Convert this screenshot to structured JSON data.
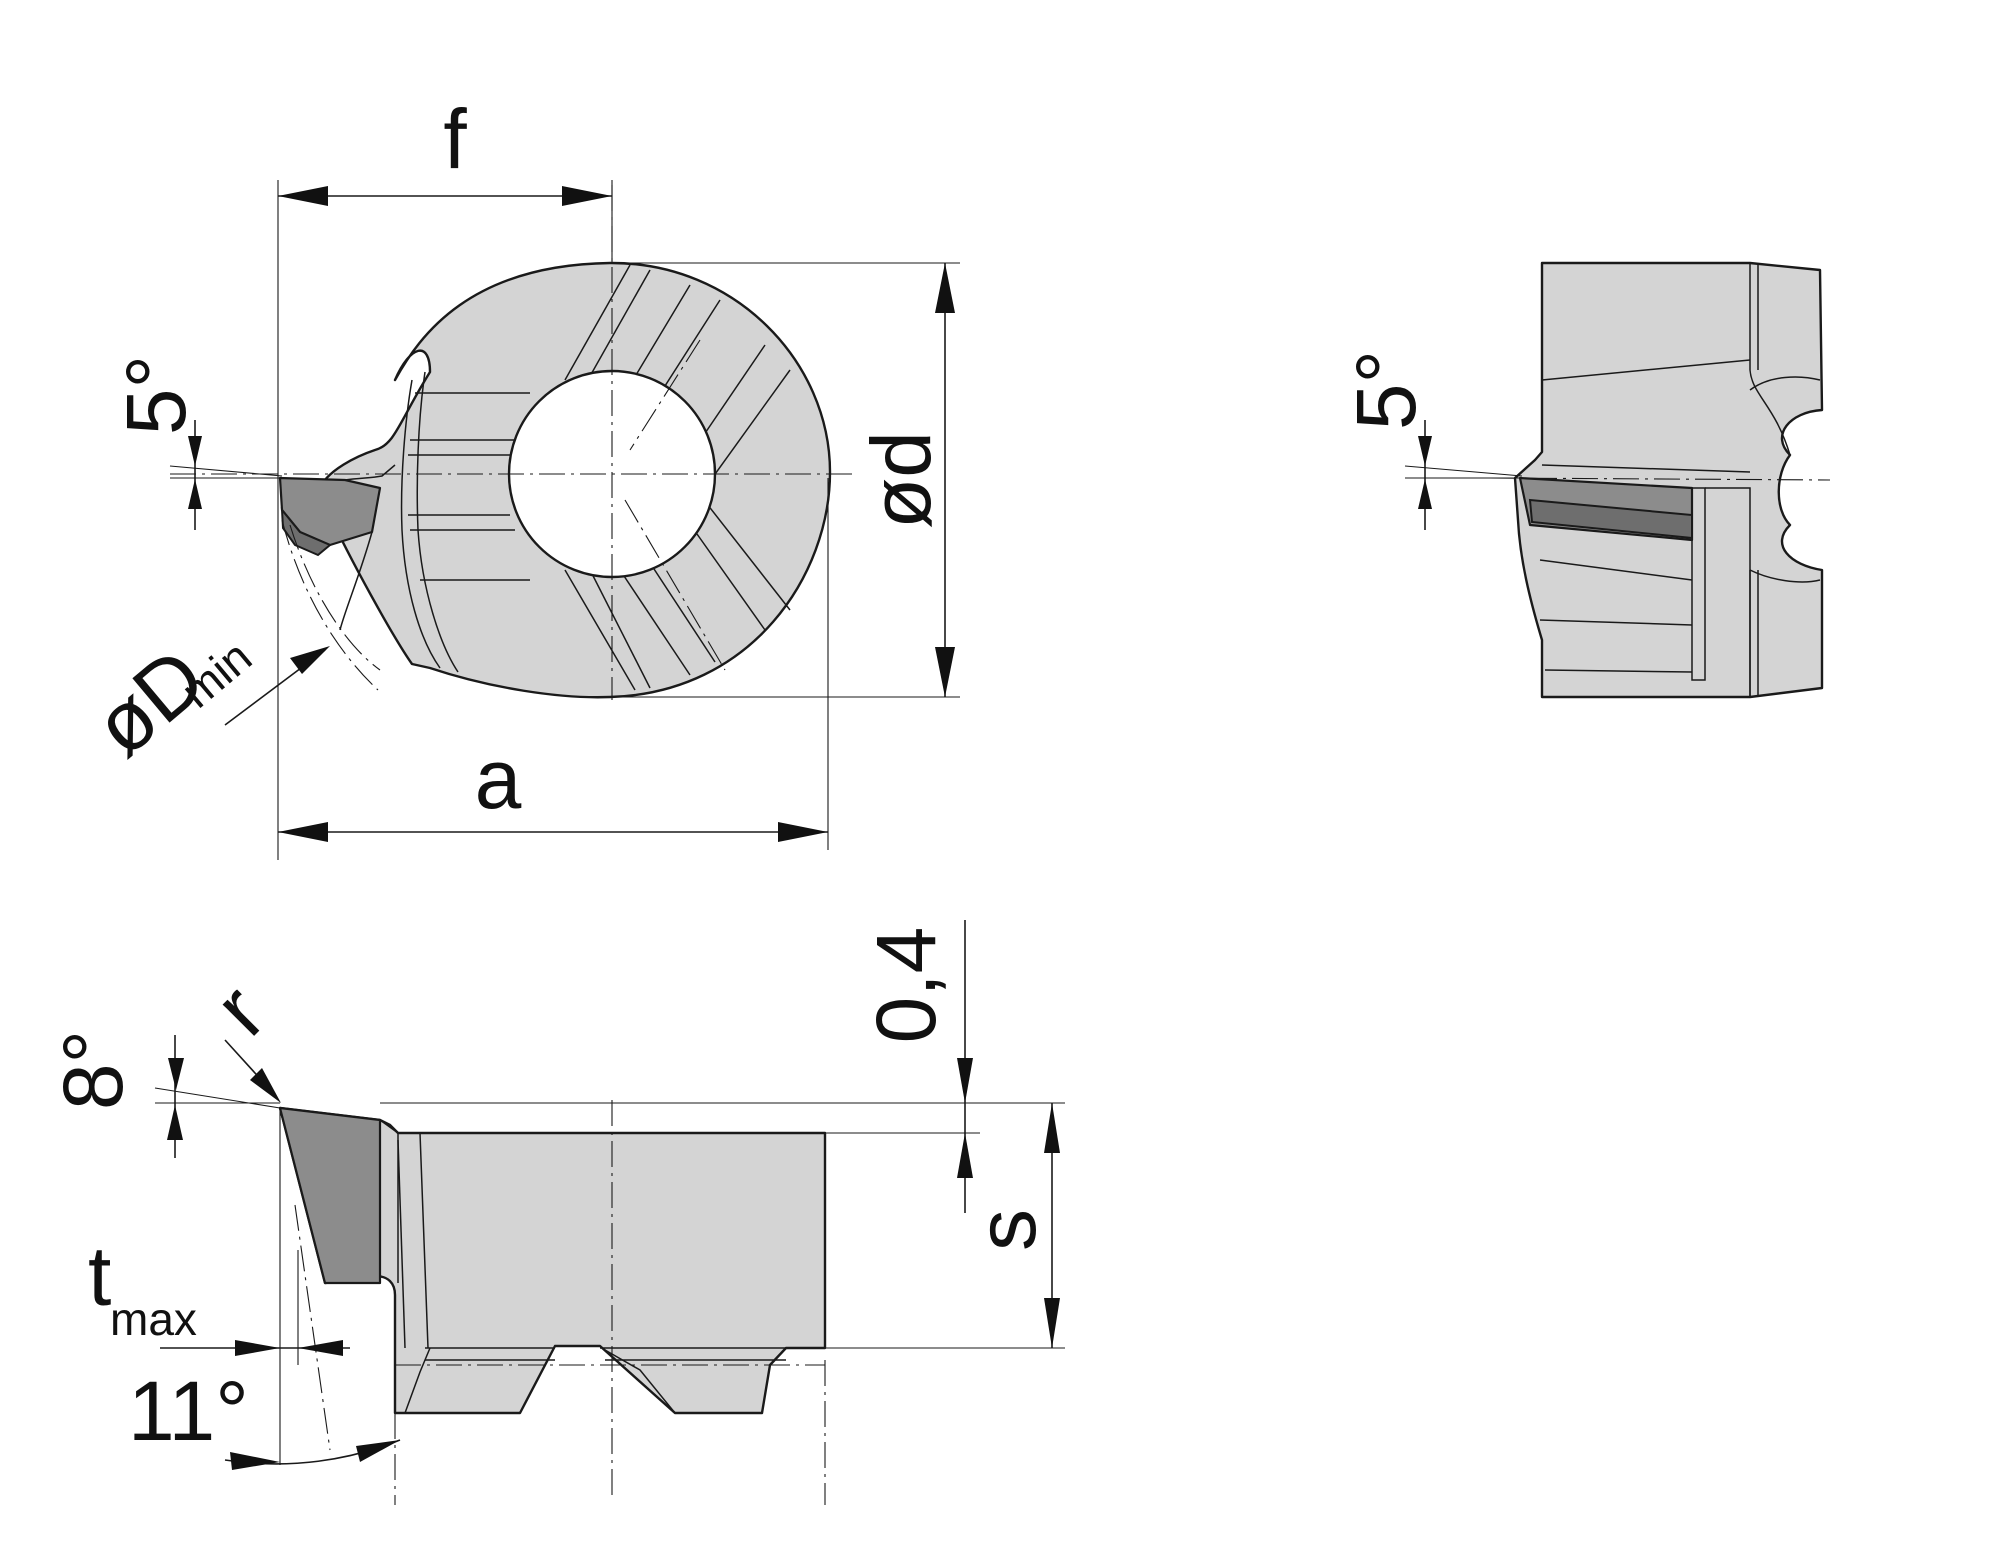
{
  "labels": {
    "f": "f",
    "od": "ød",
    "a": "a",
    "oD": "øD",
    "min": "min",
    "angle_5_front": "5°",
    "angle_5_side": "5°",
    "angle_8": "8°",
    "r": "r",
    "t": "t",
    "max": "max",
    "angle_11": "11°",
    "dim_04": "0,4",
    "s": "s"
  },
  "colors": {
    "body": "#d4d4d4",
    "cutting_edge": "#8c8c8c",
    "outline": "#1a1a1a"
  }
}
